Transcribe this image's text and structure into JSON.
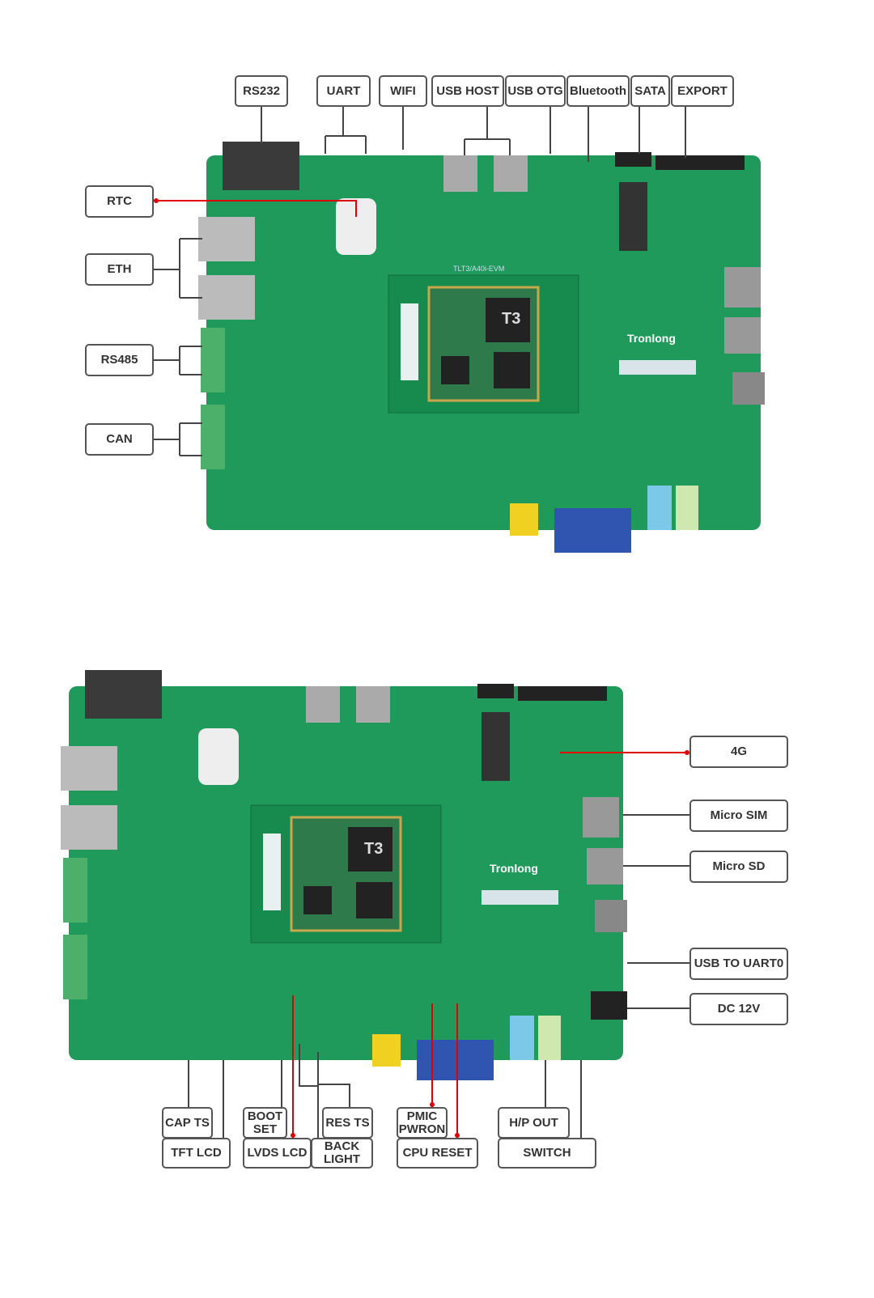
{
  "top_labels": {
    "rs232": "RS232",
    "uart": "UART",
    "wifi": "WIFI",
    "usb_host": "USB HOST",
    "usb_otg": "USB OTG",
    "bluetooth": "Bluetooth",
    "sata": "SATA",
    "export": "EXPORT",
    "rtc": "RTC",
    "eth": "ETH",
    "rs485": "RS485",
    "can": "CAN"
  },
  "bottom_labels": {
    "g4": "4G",
    "micro_sim": "Micro SIM",
    "micro_sd": "Micro SD",
    "usb_to_uart0": "USB TO UART0",
    "dc12v": "DC 12V",
    "cap_ts": "CAP TS",
    "boot_set": "BOOT\nSET",
    "res_ts": "RES TS",
    "pmic_pwron": "PMIC\nPWRON",
    "hp_out": "H/P OUT",
    "tft_lcd": "TFT LCD",
    "lvds_lcd": "LVDS LCD",
    "back_light": "BACK\nLIGHT",
    "cpu_reset": "CPU RESET",
    "switch": "SWITCH"
  },
  "board": {
    "brand": "Tronlong",
    "model": "TLT3/A40i-EVM",
    "som": "T3"
  },
  "colors": {
    "board": "#1f9a5a",
    "line": "#444444",
    "highlight": "#e00000"
  }
}
